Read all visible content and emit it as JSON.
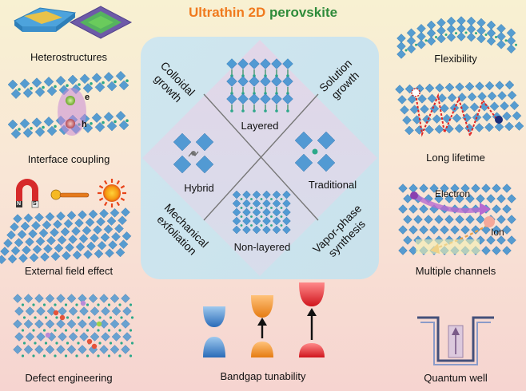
{
  "title": {
    "part1": "Ultrathin 2D",
    "part2": "perovskite"
  },
  "left_panels": [
    "Heterostructures",
    "Interface coupling",
    "External field effect",
    "Defect engineering"
  ],
  "right_panels": [
    "Flexibility",
    "Long lifetime",
    "Multiple channels",
    "Quantum well"
  ],
  "bottom_center": "Bandgap tunability",
  "center": {
    "structures": {
      "top": "Layered",
      "left": "Hybrid",
      "right": "Traditional",
      "bottom": "Non-layered"
    },
    "methods": {
      "top_left": [
        "Colloidal",
        "growth"
      ],
      "top_right": [
        "Solution",
        "growth"
      ],
      "bottom_left": [
        "Mechanical",
        "exfoliation"
      ],
      "bottom_right": [
        "Vapor-phase",
        "synthesis"
      ]
    }
  },
  "annotations": {
    "electron_short": "e",
    "hole_short": "h",
    "magnet_n": "N",
    "magnet_s": "S",
    "electron": "Electron",
    "ion": "Ion"
  },
  "colors": {
    "title_orange": "#F07A1E",
    "title_green": "#2E8B3A",
    "octahedron": "#3A8FD0",
    "cation": "#2CA88A"
  }
}
